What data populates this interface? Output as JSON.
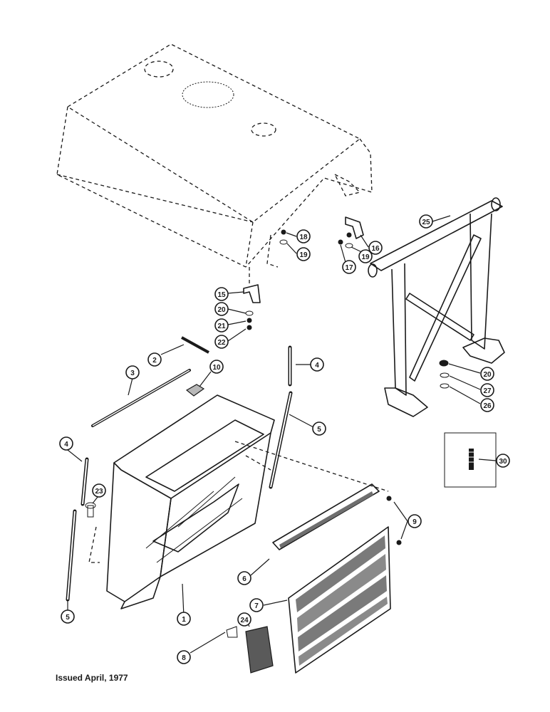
{
  "footer": {
    "issued": "Issued April, 1977"
  },
  "callouts": {
    "c1": "1",
    "c2": "2",
    "c3": "3",
    "c4a": "4",
    "c4b": "4",
    "c5a": "5",
    "c5b": "5",
    "c6": "6",
    "c7": "7",
    "c8": "8",
    "c9": "9",
    "c10": "10",
    "c15": "15",
    "c16": "16",
    "c17": "17",
    "c18": "18",
    "c19a": "19",
    "c19b": "19",
    "c20a": "20",
    "c20b": "20",
    "c21": "21",
    "c22": "22",
    "c23": "23",
    "c24": "24",
    "c25": "25",
    "c26": "26",
    "c27": "27",
    "c30": "30"
  }
}
